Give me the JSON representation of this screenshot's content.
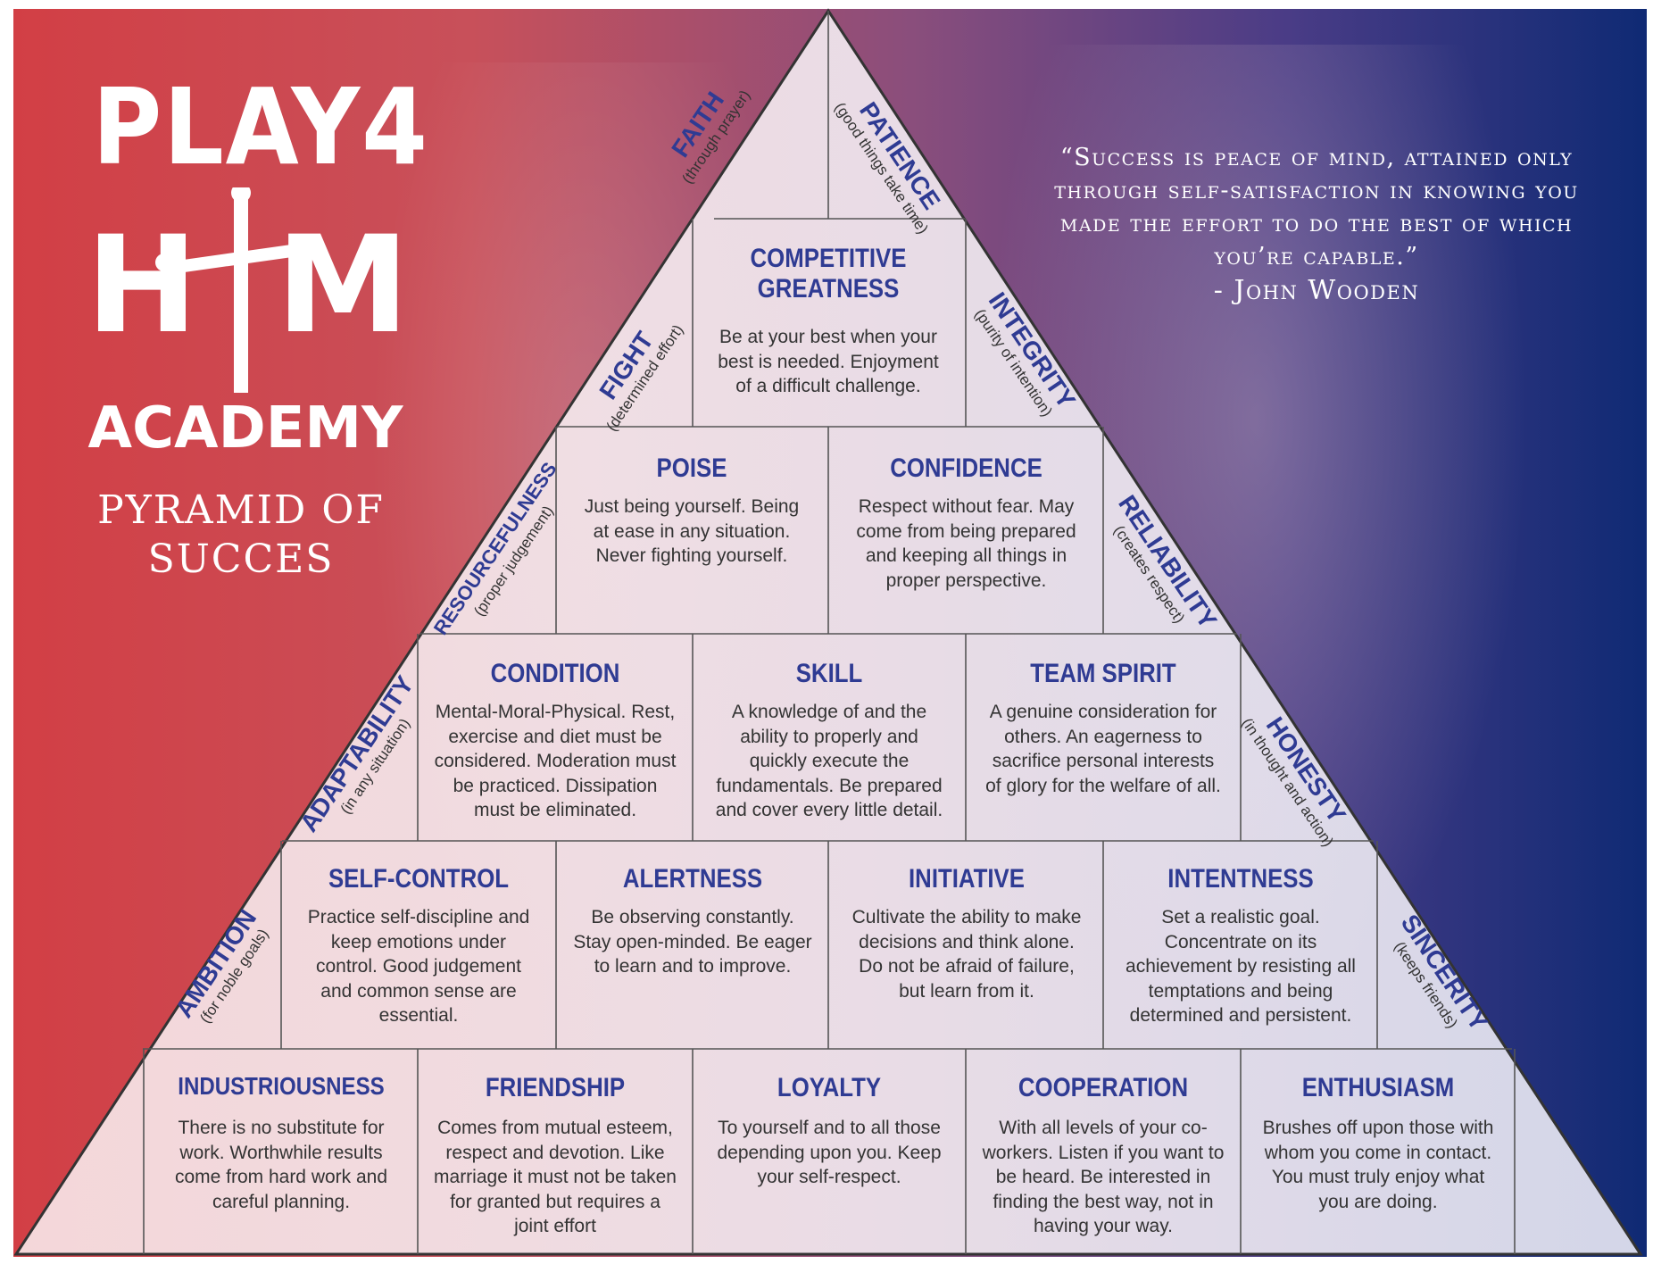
{
  "logo": {
    "line1": "PLAY4",
    "line2_left": "H",
    "line2_right": "M",
    "line3": "ACADEMY"
  },
  "subtitle": {
    "line1": "PYRAMID OF",
    "line2": "SUCCES"
  },
  "quote": {
    "text": "“Success is peace of mind, attained only through self-satisfaction in knowing you made the effort to do the best of which you’re capable.”",
    "author": "- John Wooden"
  },
  "colors": {
    "title_blue": "#2f3b93",
    "left_red": "#d23f45",
    "right_navy": "#0f2a74"
  },
  "pyramid": {
    "top": {
      "faith": {
        "title": "FAITH",
        "sub": "(through prayer)"
      },
      "patience": {
        "title": "PATIENCE",
        "sub": "(good things take time)"
      }
    },
    "competitive_greatness": {
      "title": "COMPETITIVE GREATNESS",
      "desc": "Be at your best when your best is needed. Enjoyment of a difficult challenge."
    },
    "fight": {
      "title": "FIGHT",
      "sub": "(determined effort)"
    },
    "integrity": {
      "title": "INTEGRITY",
      "sub": "(purity of intention)"
    },
    "poise": {
      "title": "POISE",
      "desc": "Just being yourself. Being at ease in any situation. Never fighting yourself."
    },
    "confidence": {
      "title": "CONFIDENCE",
      "desc": "Respect without fear. May come from being prepared and keeping all things in proper perspective."
    },
    "resourcefulness": {
      "title": "RESOURCEFULNESS",
      "sub": "(proper judgement)"
    },
    "reliability": {
      "title": "RELIABILITY",
      "sub": "(creates respect)"
    },
    "condition": {
      "title": "CONDITION",
      "desc": "Mental-Moral-Physical. Rest, exercise and diet must be considered. Moderation must be practiced. Dissipation must be eliminated."
    },
    "skill": {
      "title": "SKILL",
      "desc": "A knowledge of and the ability to properly and quickly execute the fundamentals. Be prepared and cover every little detail."
    },
    "team_spirit": {
      "title": "TEAM SPIRIT",
      "desc": "A genuine consideration for others. An eagerness to sacrifice personal interests of glory for the welfare of all."
    },
    "adaptability": {
      "title": "ADAPTABILITY",
      "sub": "(in any situation)"
    },
    "honesty": {
      "title": "HONESTY",
      "sub": "(in thought and action)"
    },
    "self_control": {
      "title": "SELF-CONTROL",
      "desc": "Practice self-discipline and keep emotions under control. Good judgement and common sense are essential."
    },
    "alertness": {
      "title": "ALERTNESS",
      "desc": "Be observing constantly. Stay open-minded. Be eager to learn and to improve."
    },
    "initiative": {
      "title": "INITIATIVE",
      "desc": "Cultivate the ability to make decisions and think alone. Do not be afraid of failure, but learn from it."
    },
    "intentness": {
      "title": "INTENTNESS",
      "desc": "Set a realistic goal. Concentrate on its achievement by resisting all temptations and being determined and persistent."
    },
    "ambition": {
      "title": "AMBITION",
      "sub": "(for noble goals)"
    },
    "sincerity": {
      "title": "SINCERITY",
      "sub": "(keeps friends)"
    },
    "industriousness": {
      "title": "INDUSTRIOUSNESS",
      "desc": "There is no substitute for work. Worthwhile results come from hard work and careful planning."
    },
    "friendship": {
      "title": "FRIENDSHIP",
      "desc": "Comes from mutual esteem, respect and devotion. Like marriage it must not be taken for granted but requires a joint effort"
    },
    "loyalty": {
      "title": "LOYALTY",
      "desc": "To yourself and to all those depending upon you. Keep your self-respect."
    },
    "cooperation": {
      "title": "COOPERATION",
      "desc": "With all levels of your co-workers. Listen if you want to be heard. Be interested in finding the best way, not in having your way."
    },
    "enthusiasm": {
      "title": "ENTHUSIASM",
      "desc": "Brushes off upon those with whom you come in contact. You must truly enjoy what you are doing."
    }
  }
}
